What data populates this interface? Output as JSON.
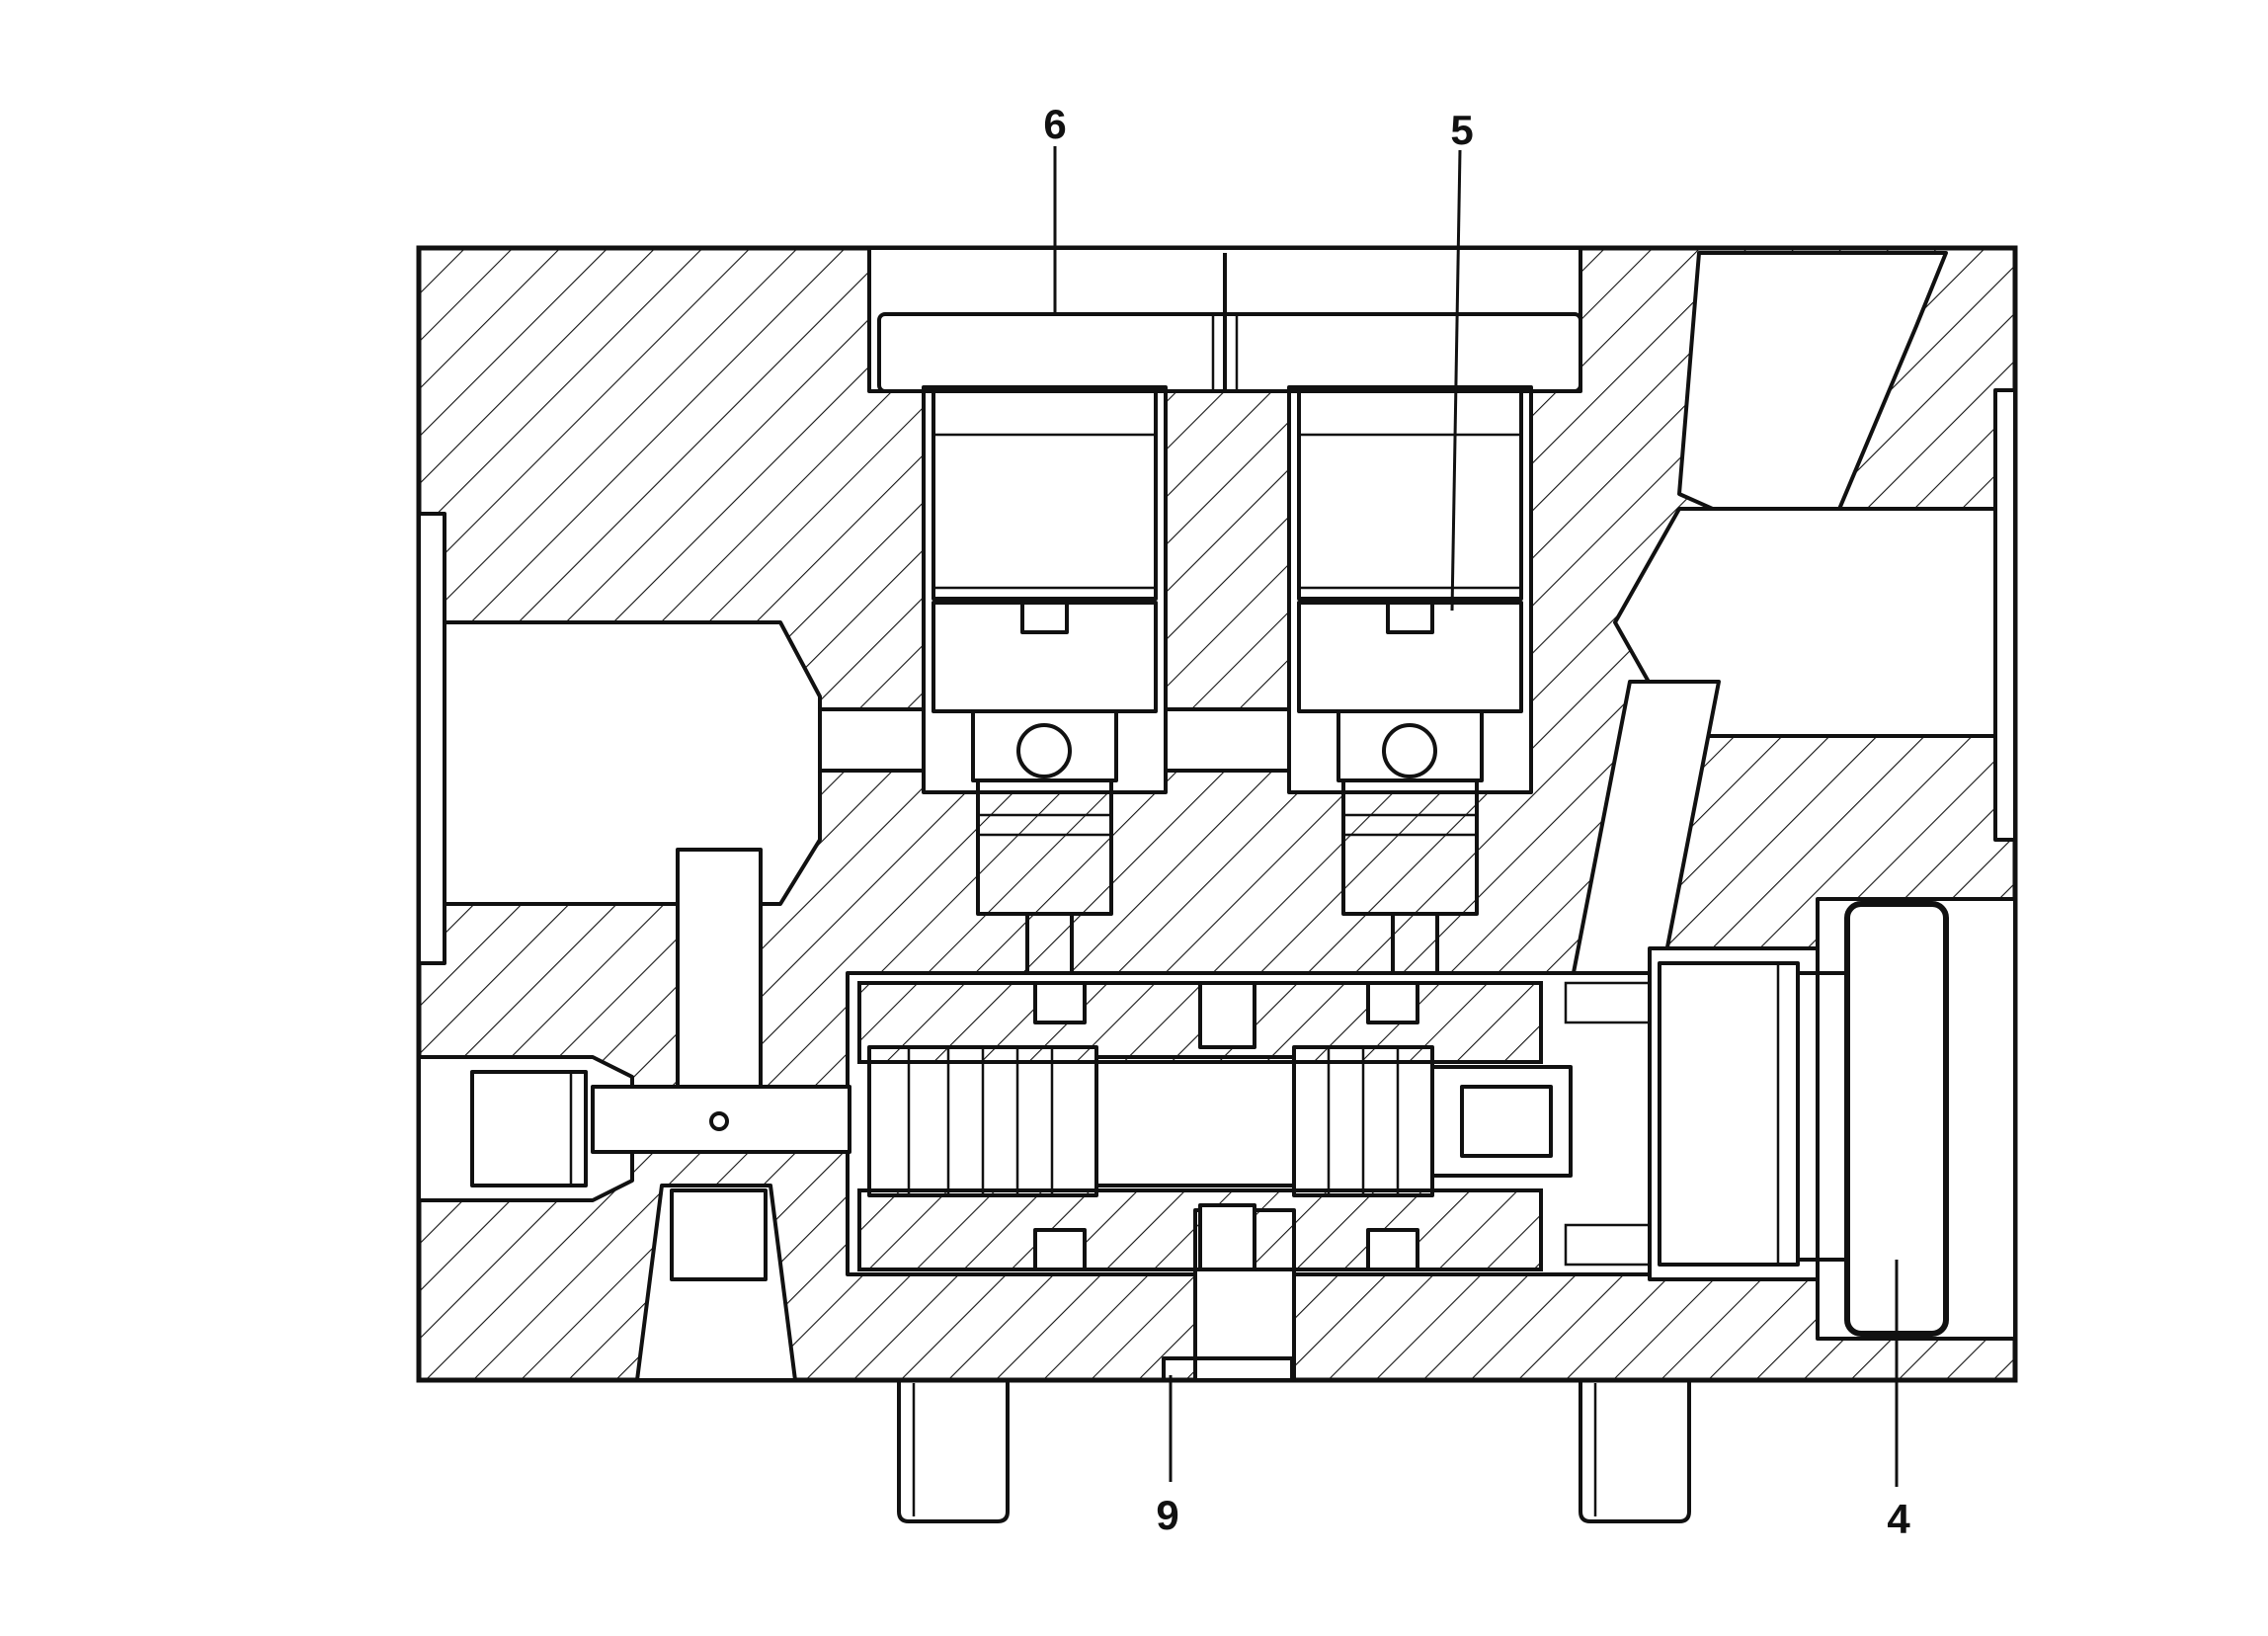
{
  "labels": {
    "l6": "6",
    "l5": "5",
    "l9": "9",
    "l4": "4"
  },
  "colors": {
    "line": "#111111",
    "background": "#ffffff"
  }
}
